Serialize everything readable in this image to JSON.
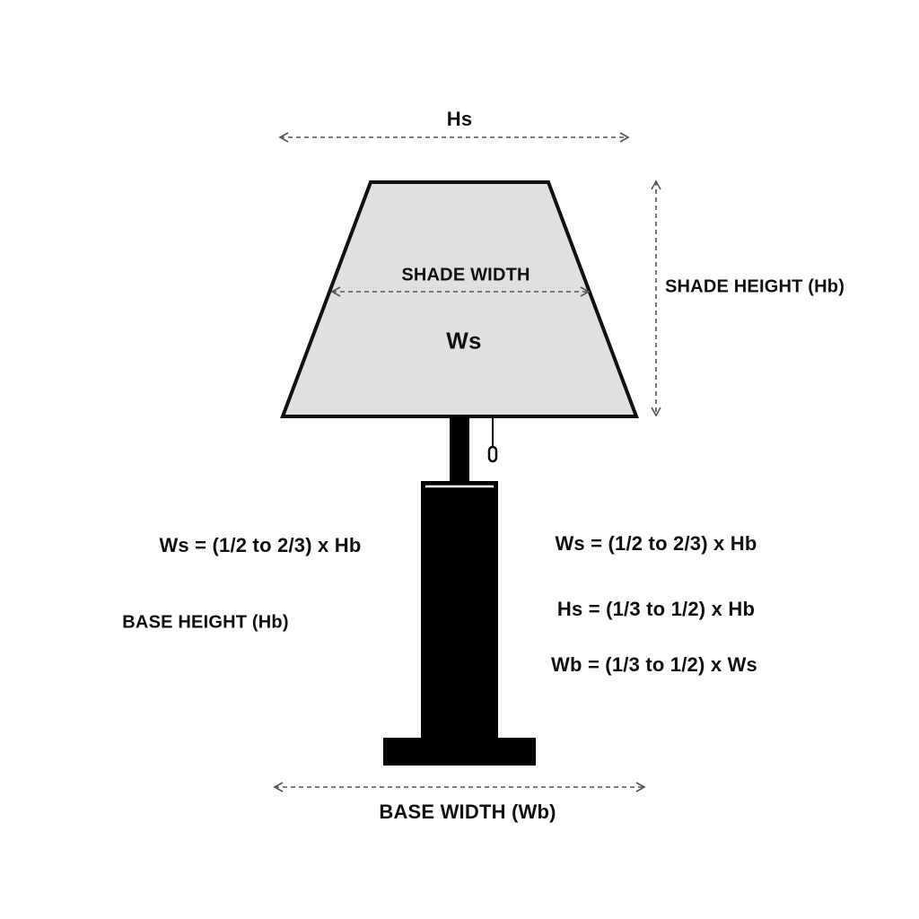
{
  "diagram": {
    "top_dimension_label": "Hs",
    "shade_width_label": "SHADE WIDTH",
    "shade_symbol_label": "Ws",
    "shade_height_label": "SHADE HEIGHT (Hb)",
    "base_height_label": "BASE HEIGHT (Hb)",
    "base_width_label": "BASE WIDTH (Wb)",
    "left_formula": "Ws = (1/2 to 2/3) x Hb",
    "right_formulas": [
      "Ws = (1/2 to 2/3) x Hb",
      "Hs = (1/3 to 1/2) x Hb",
      "Wb = (1/3 to 1/2) x Ws"
    ]
  },
  "colors": {
    "shade_fill": "#e0e0e0",
    "outline": "#111111",
    "lamp_body": "#000000",
    "dimension_line": "#555555"
  }
}
